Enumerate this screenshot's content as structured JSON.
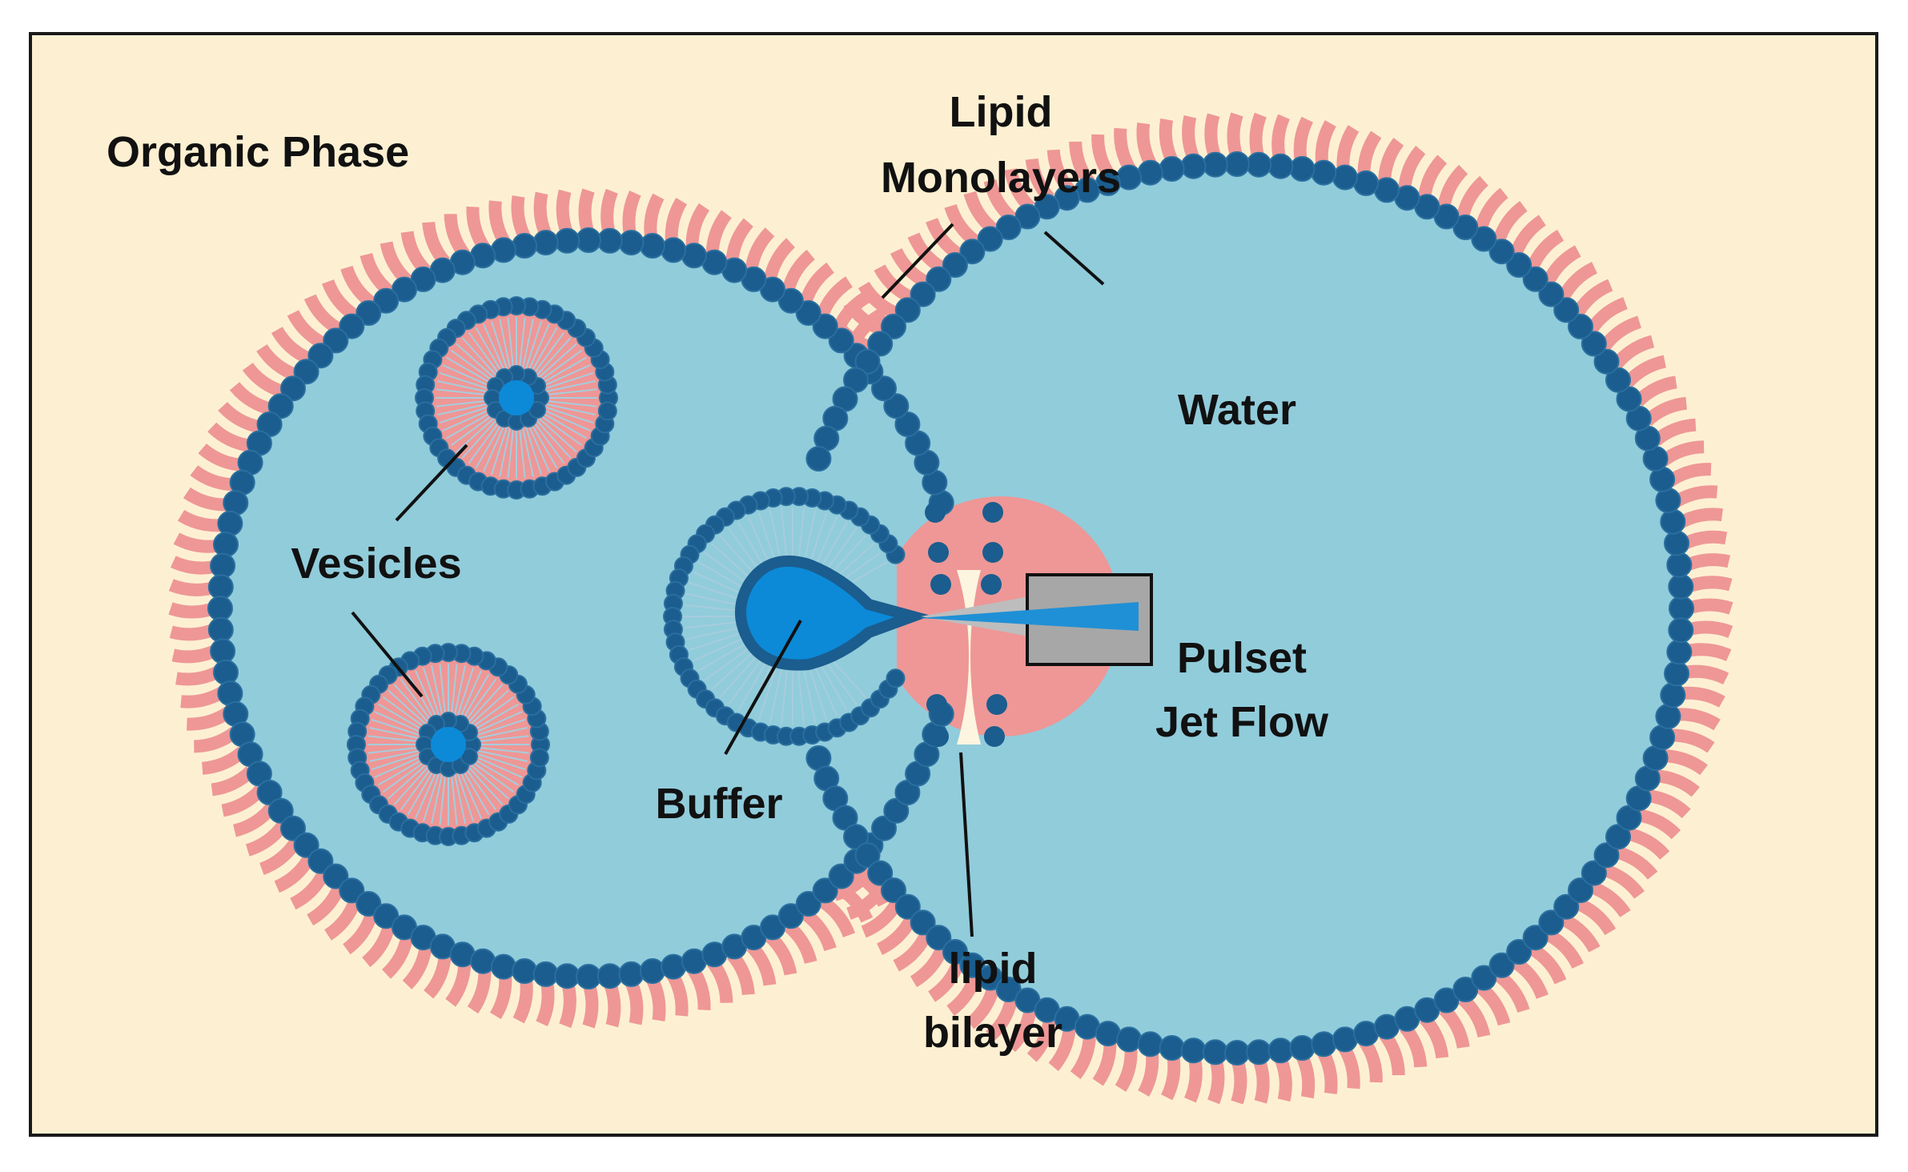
{
  "labels": {
    "organic_phase": "Organic Phase",
    "lipid_monolayers_line1": "Lipid",
    "lipid_monolayers_line2": "Monolayers",
    "water": "Water",
    "vesicles": "Vesicles",
    "buffer": "Buffer",
    "pulset_line1": "Pulset",
    "pulset_line2": "Jet Flow",
    "lipid_bilayer_line1": "lipid",
    "lipid_bilayer_line2": "bilayer"
  },
  "colors": {
    "background": "#fdf0d2",
    "frame": "#1a1a1a",
    "aqueous": "#91ccdb",
    "head": "#1b5d8e",
    "head_ring": "#2a6f9f",
    "tail": "#ee9796",
    "tail_core": "#a7ccdc",
    "buffer_core": "#0c8ad8",
    "nozzle_body": "#a7a7a7",
    "jet": "#1f90d6",
    "jet_cone": "#bdbdbd",
    "gap": "#fdf5df"
  }
}
